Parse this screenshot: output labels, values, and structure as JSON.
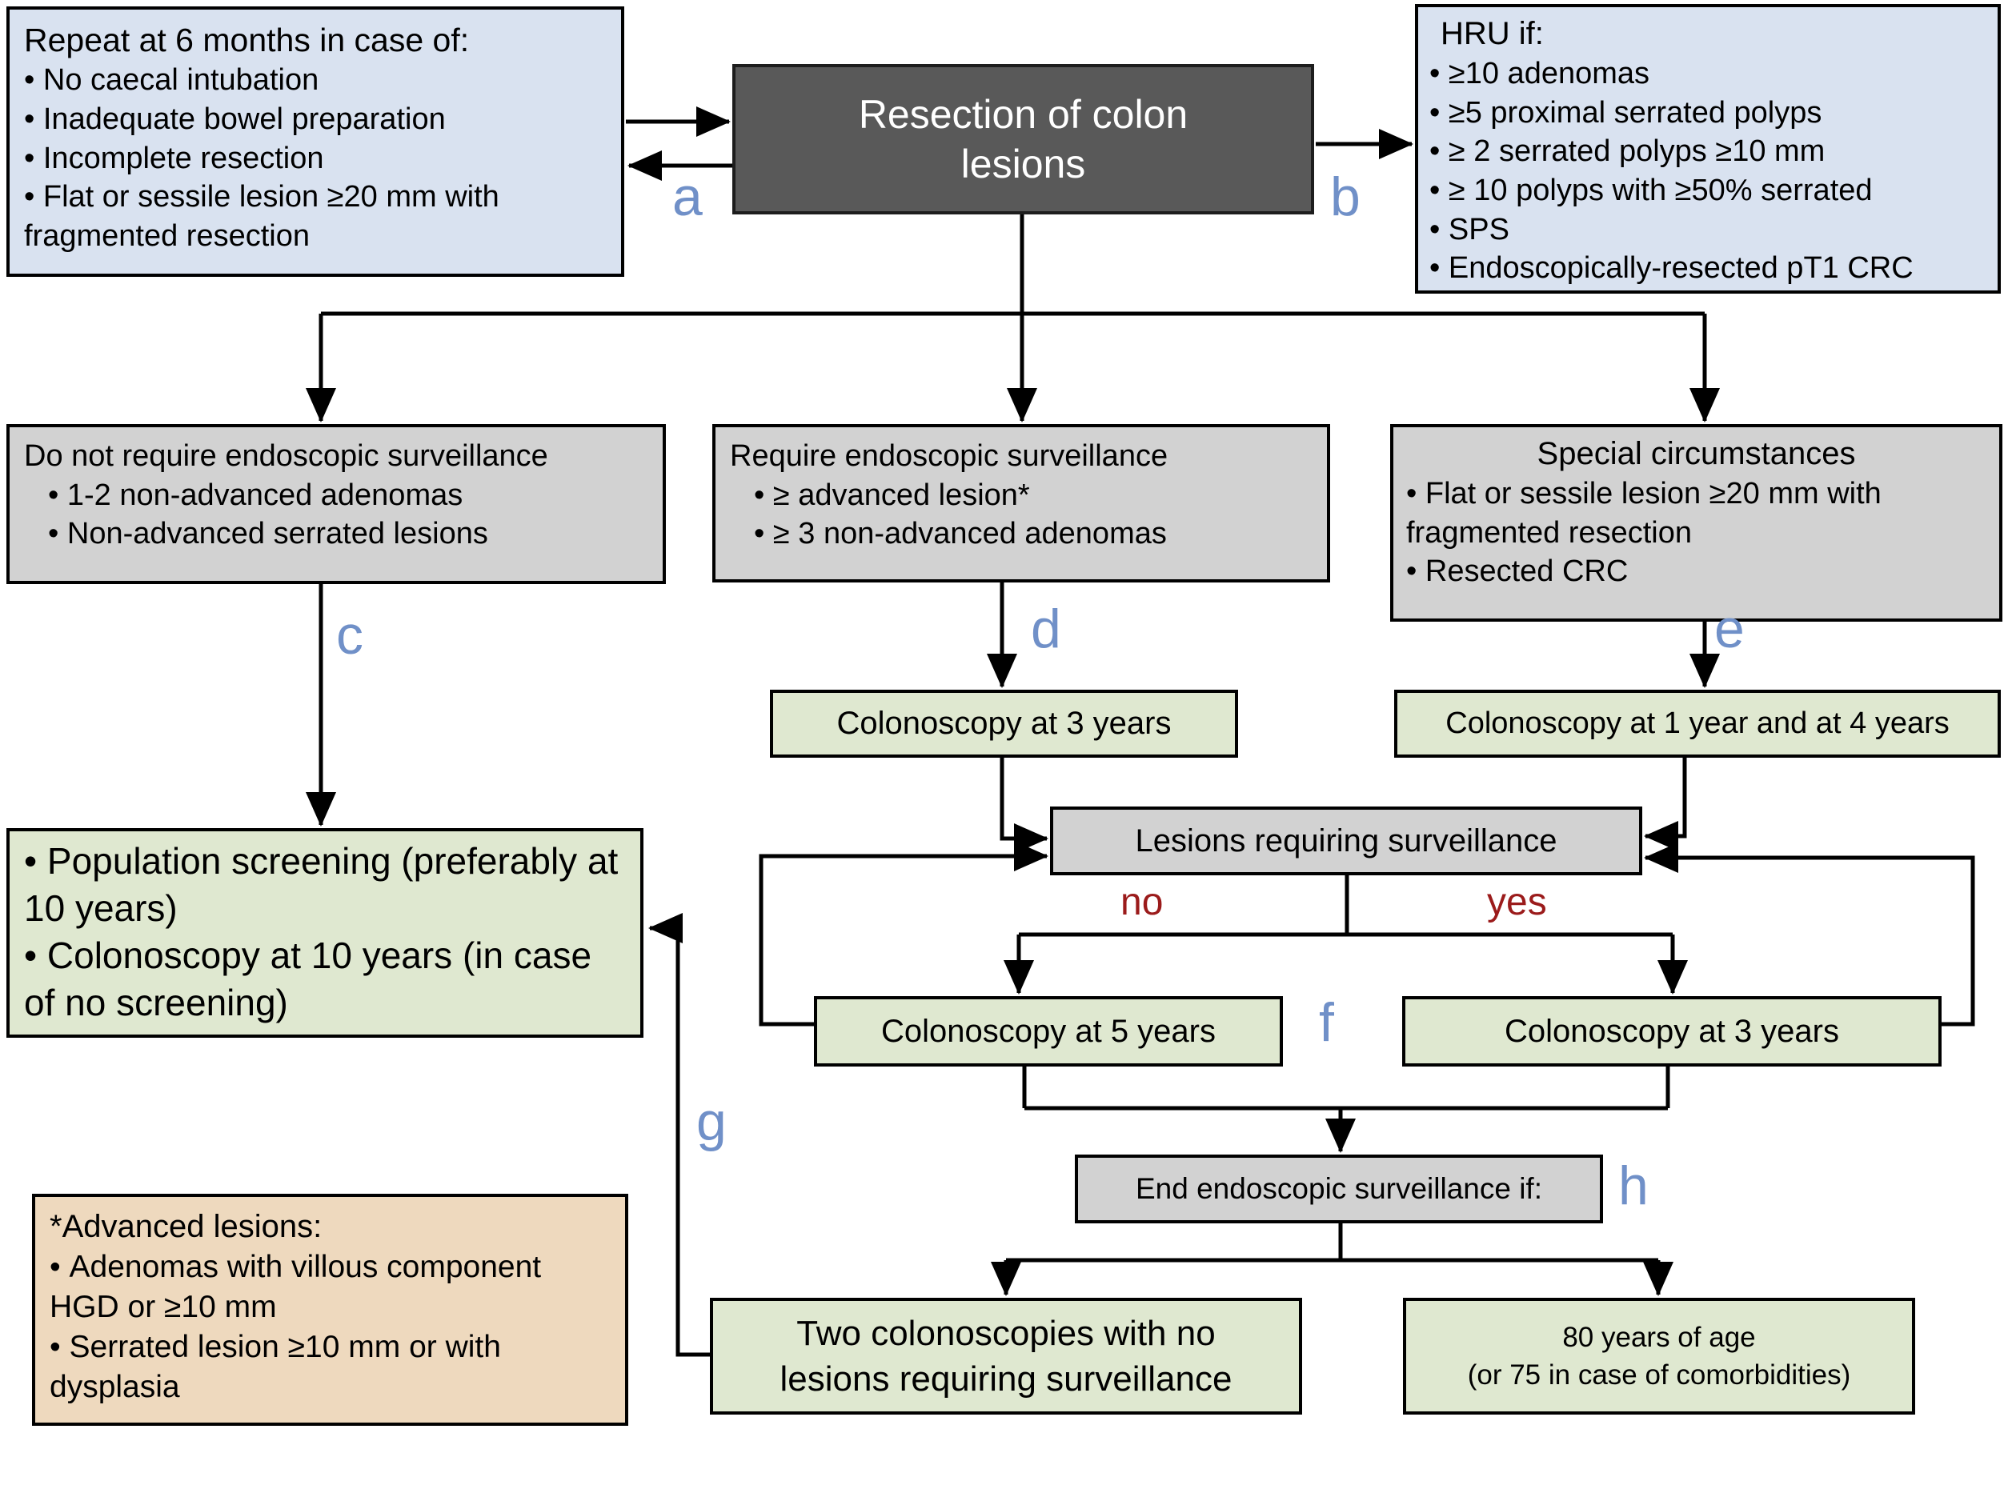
{
  "colors": {
    "lightBlue": "#d9e2f0",
    "midGray": "#d2d2d2",
    "green": "#dfe8d0",
    "tan": "#eed9be",
    "darkGray": "#595959",
    "blueLabel": "#7090c8",
    "redLabel": "#9b1b1b"
  },
  "labels": {
    "a": "a",
    "b": "b",
    "c": "c",
    "d": "d",
    "e": "e",
    "f": "f",
    "g": "g",
    "h": "h",
    "no": "no",
    "yes": "yes"
  },
  "boxes": {
    "repeat6": {
      "title": "Repeat at 6 months in case of:",
      "items": [
        "No caecal intubation",
        "Inadequate bowel preparation",
        "Incomplete resection",
        "Flat or sessile lesion ≥20 mm with fragmented resection"
      ]
    },
    "resection": {
      "line1": "Resection of colon",
      "line2": "lesions"
    },
    "hru": {
      "title": "HRU if:",
      "items": [
        "≥10 adenomas",
        "≥5 proximal serrated polyps",
        "≥ 2 serrated polyps ≥10 mm",
        "≥ 10 polyps with ≥50% serrated",
        "SPS",
        "Endoscopically-resected pT1 CRC"
      ]
    },
    "noSurveillance": {
      "title": "Do not require endoscopic surveillance",
      "items": [
        "1-2 non-advanced adenomas",
        "Non-advanced serrated lesions"
      ]
    },
    "requireSurveillance": {
      "title": "Require endoscopic surveillance",
      "items": [
        "≥ advanced lesion*",
        "≥ 3 non-advanced adenomas"
      ]
    },
    "special": {
      "title": "Special circumstances",
      "items": [
        "Flat or sessile lesion ≥20 mm with fragmented resection",
        "Resected CRC"
      ]
    },
    "colo3d": {
      "label": "Colonoscopy at 3 years"
    },
    "colo1and4": {
      "label": "Colonoscopy at 1 year and at 4 years"
    },
    "lesionsSurveillance": {
      "label": "Lesions requiring surveillance"
    },
    "populationScreening": {
      "items": [
        "Population screening (preferably at 10 years)",
        "Colonoscopy at 10 years (in case of no screening)"
      ]
    },
    "colo5": {
      "label": "Colonoscopy at 5 years"
    },
    "colo3f": {
      "label": "Colonoscopy at 3 years"
    },
    "endSurveillance": {
      "label": "End endoscopic surveillance if:"
    },
    "twoColonoscopies": {
      "line1": "Two colonoscopies with no",
      "line2": "lesions requiring surveillance"
    },
    "age80": {
      "line1": "80 years of age",
      "line2": "(or 75 in case of comorbidities)"
    },
    "advanced": {
      "title": "*Advanced lesions:",
      "items": [
        "Adenomas with villous component HGD or ≥10 mm",
        "Serrated lesion ≥10 mm or with dysplasia"
      ]
    }
  }
}
